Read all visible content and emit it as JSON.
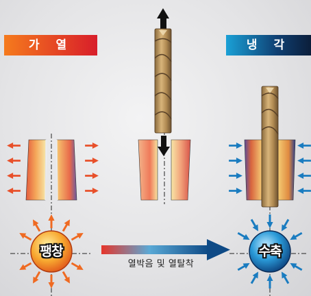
{
  "heating": {
    "label": "가 열",
    "circle_label": "팽창",
    "color": "#ee4a22"
  },
  "cooling": {
    "label": "냉 각",
    "circle_label": "수축",
    "color": "#1a86c4"
  },
  "process": {
    "label": "열박음 및 열탈착"
  },
  "icons": {
    "heat_arrow": "arrow-outward",
    "cool_arrow": "arrow-inward",
    "tool_move": "arrow-vertical"
  }
}
